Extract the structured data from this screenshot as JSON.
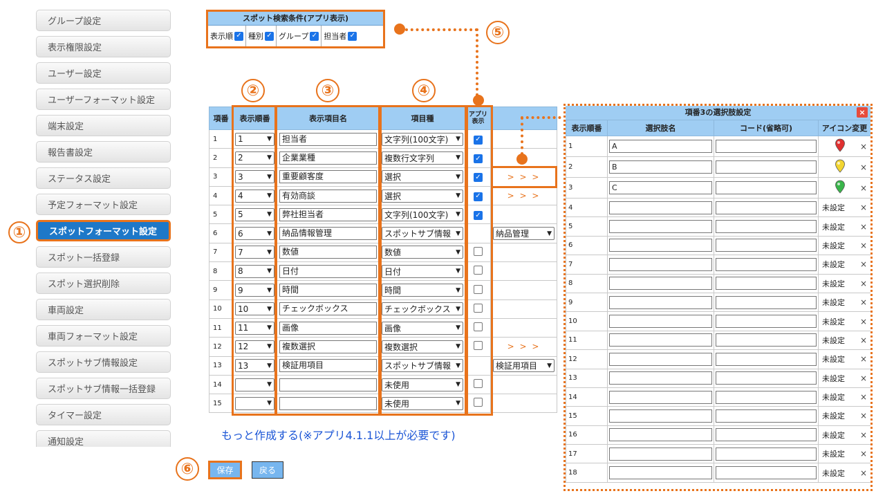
{
  "sidebar": {
    "items": [
      {
        "label": "グループ設定"
      },
      {
        "label": "表示権限設定"
      },
      {
        "label": "ユーザー設定"
      },
      {
        "label": "ユーザーフォーマット設定"
      },
      {
        "label": "端末設定"
      },
      {
        "label": "報告書設定"
      },
      {
        "label": "ステータス設定"
      },
      {
        "label": "予定フォーマット設定"
      },
      {
        "label": "スポットフォーマット設定",
        "active": true
      },
      {
        "label": "スポット一括登録"
      },
      {
        "label": "スポット選択削除"
      },
      {
        "label": "車両設定"
      },
      {
        "label": "車両フォーマット設定"
      },
      {
        "label": "スポットサブ情報設定"
      },
      {
        "label": "スポットサブ情報一括登録"
      },
      {
        "label": "タイマー設定"
      },
      {
        "label": "通知設定"
      }
    ]
  },
  "callouts": [
    "①",
    "②",
    "③",
    "④",
    "⑤",
    "⑥"
  ],
  "spot_conditions": {
    "title": "スポット検索条件(アプリ表示)",
    "options": [
      {
        "label": "表示順",
        "checked": true
      },
      {
        "label": "種別",
        "checked": true
      },
      {
        "label": "グループ",
        "checked": true
      },
      {
        "label": "担当者",
        "checked": true
      }
    ]
  },
  "table": {
    "headers": [
      "項番",
      "表示順番",
      "表示項目名",
      "項目種",
      "アプリ表示",
      ""
    ],
    "rows": [
      {
        "no": "1",
        "order": "1",
        "name": "担当者",
        "type": "文字列(100文字)",
        "app": "on",
        "extra": ""
      },
      {
        "no": "2",
        "order": "2",
        "name": "企業業種",
        "type": "複数行文字列",
        "app": "on",
        "extra": ""
      },
      {
        "no": "3",
        "order": "3",
        "name": "重要顧客度",
        "type": "選択",
        "app": "on",
        "extra": "> > >"
      },
      {
        "no": "4",
        "order": "4",
        "name": "有効商談",
        "type": "選択",
        "app": "on",
        "extra": "> > >"
      },
      {
        "no": "5",
        "order": "5",
        "name": "弊社担当者",
        "type": "文字列(100文字)",
        "app": "on",
        "extra": ""
      },
      {
        "no": "6",
        "order": "6",
        "name": "納品情報管理",
        "type": "スポットサブ情報",
        "app": "none",
        "extra_select": "納品管理"
      },
      {
        "no": "7",
        "order": "7",
        "name": "数値",
        "type": "数値",
        "app": "off",
        "extra": ""
      },
      {
        "no": "8",
        "order": "8",
        "name": "日付",
        "type": "日付",
        "app": "off",
        "extra": ""
      },
      {
        "no": "9",
        "order": "9",
        "name": "時間",
        "type": "時間",
        "app": "off",
        "extra": ""
      },
      {
        "no": "10",
        "order": "10",
        "name": "チェックボックス",
        "type": "チェックボックス",
        "app": "off",
        "extra": ""
      },
      {
        "no": "11",
        "order": "11",
        "name": "画像",
        "type": "画像",
        "app": "off",
        "extra": ""
      },
      {
        "no": "12",
        "order": "12",
        "name": "複数選択",
        "type": "複数選択",
        "app": "off",
        "extra": "> > >"
      },
      {
        "no": "13",
        "order": "13",
        "name": "検証用項目",
        "type": "スポットサブ情報",
        "app": "none",
        "extra_select": "検証用項目"
      },
      {
        "no": "14",
        "order": "",
        "name": "",
        "type": "未使用",
        "app": "off",
        "extra": ""
      },
      {
        "no": "15",
        "order": "",
        "name": "",
        "type": "未使用",
        "app": "off",
        "extra": ""
      }
    ]
  },
  "more_link": "もっと作成する(※アプリ4.1.1以上が必要です)",
  "buttons": {
    "save": "保存",
    "back": "戻る"
  },
  "dialog": {
    "title": "項番3の選択肢設定",
    "close": "×",
    "headers": [
      "表示順番",
      "選択肢名",
      "コード(省略可)",
      "アイコン変更"
    ],
    "unset_label": "未設定",
    "remove_label": "×",
    "rows": [
      {
        "no": "1",
        "name": "A",
        "code": "",
        "icon": "pin-red-icon",
        "icon_color": "#e03030"
      },
      {
        "no": "2",
        "name": "B",
        "code": "",
        "icon": "pin-yellow-icon",
        "icon_color": "#f2d531"
      },
      {
        "no": "3",
        "name": "C",
        "code": "",
        "icon": "pin-green-icon",
        "icon_color": "#39b54a"
      },
      {
        "no": "4",
        "name": "",
        "code": "",
        "icon": ""
      },
      {
        "no": "5",
        "name": "",
        "code": "",
        "icon": ""
      },
      {
        "no": "6",
        "name": "",
        "code": "",
        "icon": ""
      },
      {
        "no": "7",
        "name": "",
        "code": "",
        "icon": ""
      },
      {
        "no": "8",
        "name": "",
        "code": "",
        "icon": ""
      },
      {
        "no": "9",
        "name": "",
        "code": "",
        "icon": ""
      },
      {
        "no": "10",
        "name": "",
        "code": "",
        "icon": ""
      },
      {
        "no": "11",
        "name": "",
        "code": "",
        "icon": ""
      },
      {
        "no": "12",
        "name": "",
        "code": "",
        "icon": ""
      },
      {
        "no": "13",
        "name": "",
        "code": "",
        "icon": ""
      },
      {
        "no": "14",
        "name": "",
        "code": "",
        "icon": ""
      },
      {
        "no": "15",
        "name": "",
        "code": "",
        "icon": ""
      },
      {
        "no": "16",
        "name": "",
        "code": "",
        "icon": ""
      },
      {
        "no": "17",
        "name": "",
        "code": "",
        "icon": ""
      },
      {
        "no": "18",
        "name": "",
        "code": "",
        "icon": ""
      }
    ]
  },
  "colors": {
    "accent": "#e8731c",
    "header_bg": "#9fcdf3",
    "active_bg": "#1e78c8",
    "link": "#1b55d6"
  }
}
